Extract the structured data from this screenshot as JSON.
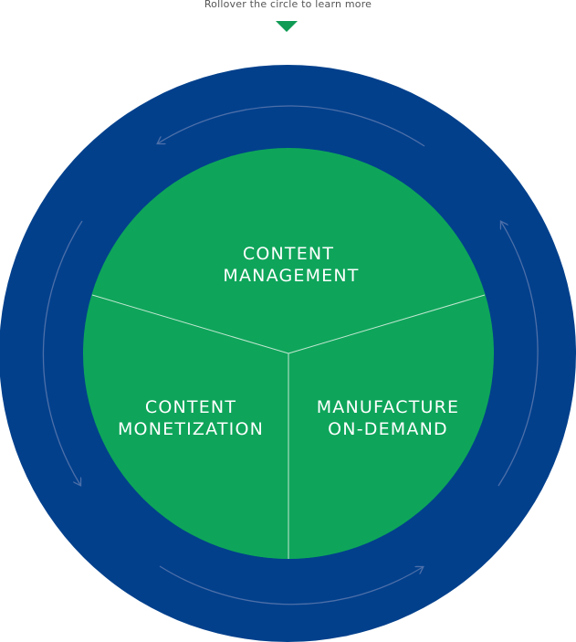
{
  "hint": {
    "text": "Rollover the circle to learn more"
  },
  "colors": {
    "outer_ring": "#02408c",
    "inner_circle": "#0ea55a",
    "divider": "#c4e7d2",
    "cycle_arrow": "#4d6fa8",
    "pointer": "#109b55",
    "hint_text": "#555555"
  },
  "segments": {
    "top": {
      "line1": "CONTENT",
      "line2": "MANAGEMENT",
      "icon": "segment-content-management"
    },
    "left": {
      "line1": "CONTENT",
      "line2": "MONETIZATION",
      "icon": "segment-content-monetization"
    },
    "right": {
      "line1": "MANUFACTURE",
      "line2": "ON-DEMAND",
      "icon": "segment-manufacture-on-demand"
    }
  },
  "cycle_arrows": [
    "arrow-top",
    "arrow-left",
    "arrow-bottom",
    "arrow-right"
  ]
}
